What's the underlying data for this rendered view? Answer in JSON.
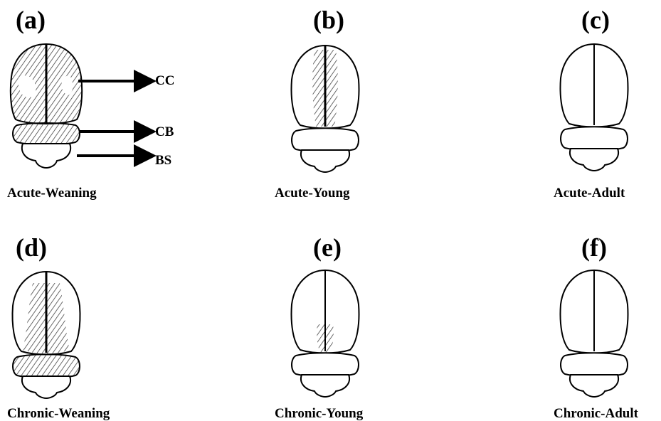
{
  "panels": [
    {
      "label": "(a)",
      "caption": "Acute-Weaning",
      "hatch": "full"
    },
    {
      "label": "(b)",
      "caption": "Acute-Young",
      "hatch": "midline"
    },
    {
      "label": "(c)",
      "caption": "Acute-Adult",
      "hatch": "none"
    },
    {
      "label": "(d)",
      "caption": "Chronic-Weaning",
      "hatch": "cortex-cerebellum"
    },
    {
      "label": "(e)",
      "caption": "Chronic-Young",
      "hatch": "small"
    },
    {
      "label": "(f)",
      "caption": "Chronic-Adult",
      "hatch": "none"
    }
  ],
  "regions": {
    "cc": "CC",
    "cb": "CB",
    "bs": "BS"
  }
}
